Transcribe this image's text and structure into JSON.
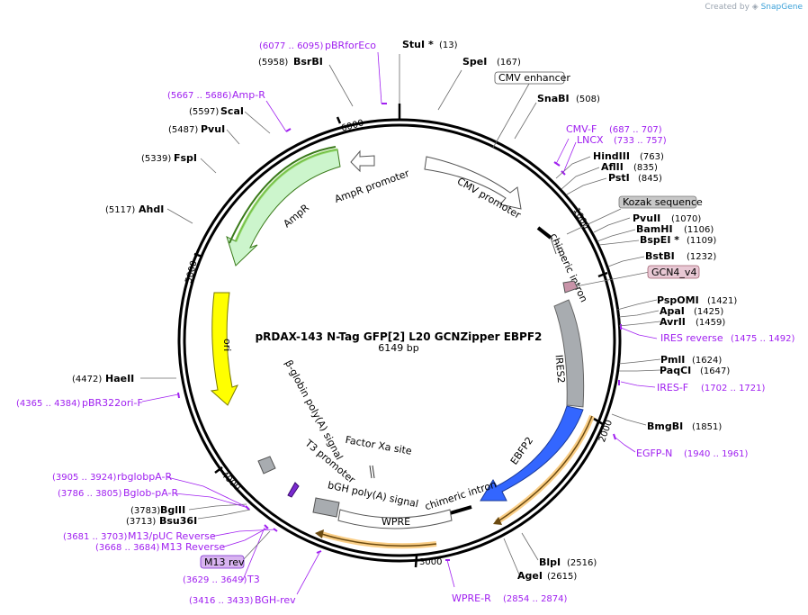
{
  "credit": {
    "prefix": "Created by",
    "brand": "SnapGene"
  },
  "plasmid": {
    "name": "pRDAX-143   N-Tag GFP[2] L20 GCNZipper EBPF2",
    "length": "6149 bp"
  },
  "ticks": [
    "1000",
    "2000",
    "3000",
    "4000",
    "5000",
    "6000"
  ],
  "sites": [
    {
      "name": "StuI",
      "star": "*",
      "pos": "(13)"
    },
    {
      "name": "SpeI",
      "pos": "(167)"
    },
    {
      "name": "SnaBI",
      "pos": "(508)"
    },
    {
      "name": "HindIII",
      "pos": "(763)"
    },
    {
      "name": "AflII",
      "pos": "(835)"
    },
    {
      "name": "PstI",
      "pos": "(845)"
    },
    {
      "name": "PvuII",
      "pos": "(1070)"
    },
    {
      "name": "BamHI",
      "pos": "(1106)"
    },
    {
      "name": "BspEI",
      "star": "*",
      "pos": "(1109)"
    },
    {
      "name": "BstBI",
      "pos": "(1232)"
    },
    {
      "name": "PspOMI",
      "pos": "(1421)"
    },
    {
      "name": "ApaI",
      "pos": "(1425)"
    },
    {
      "name": "AvrII",
      "pos": "(1459)"
    },
    {
      "name": "PmlI",
      "pos": "(1624)"
    },
    {
      "name": "PaqCI",
      "pos": "(1647)"
    },
    {
      "name": "BmgBI",
      "pos": "(1851)"
    },
    {
      "name": "BlpI",
      "pos": "(2516)"
    },
    {
      "name": "AgeI",
      "pos": "(2615)"
    },
    {
      "name": "BglII",
      "pos": "(3783)"
    },
    {
      "name": "Bsu36I",
      "pos": "(3713)"
    },
    {
      "name": "HaeII",
      "pos": "(4472)"
    },
    {
      "name": "AhdI",
      "pos": "(5117)"
    },
    {
      "name": "FspI",
      "pos": "(5339)"
    },
    {
      "name": "PvuI",
      "pos": "(5487)"
    },
    {
      "name": "ScaI",
      "pos": "(5597)"
    },
    {
      "name": "BsrBI",
      "pos": "(5958)"
    }
  ],
  "primers": [
    {
      "name": "pBRforEco",
      "range": "(6077 .. 6095)"
    },
    {
      "name": "Amp-R",
      "range": "(5667 .. 5686)"
    },
    {
      "name": "CMV-F",
      "range": "(687 .. 707)"
    },
    {
      "name": "LNCX",
      "range": "(733 .. 757)"
    },
    {
      "name": "IRES reverse",
      "range": "(1475 .. 1492)"
    },
    {
      "name": "IRES-F",
      "range": "(1702 .. 1721)"
    },
    {
      "name": "EGFP-N",
      "range": "(1940 .. 1961)"
    },
    {
      "name": "WPRE-R",
      "range": "(2854 .. 2874)"
    },
    {
      "name": "BGH-rev",
      "range": "(3416 .. 3433)"
    },
    {
      "name": "T3",
      "range": "(3629 .. 3649)"
    },
    {
      "name": "M13 Reverse",
      "range": "(3668 .. 3684)"
    },
    {
      "name": "M13/pUC Reverse",
      "range": "(3681 .. 3703)"
    },
    {
      "name": "Bglob-pA-R",
      "range": "(3786 .. 3805)"
    },
    {
      "name": "rbglobpA-R",
      "range": "(3905 .. 3924)"
    },
    {
      "name": "pBR322ori-F",
      "range": "(4365 .. 4384)"
    }
  ],
  "boxed_features": [
    {
      "name": "CMV enhancer",
      "style": "outline"
    },
    {
      "name": "Kozak sequence",
      "style": "grey"
    },
    {
      "name": "GCN4_v4",
      "style": "pink"
    },
    {
      "name": "M13 rev",
      "style": "purple"
    }
  ],
  "features": [
    {
      "name": "CMV promoter"
    },
    {
      "name": "chimeric intron"
    },
    {
      "name": "IRES2"
    },
    {
      "name": "EBFP2"
    },
    {
      "name": "chimeric intron"
    },
    {
      "name": "WPRE"
    },
    {
      "name": "bGH poly(A) signal"
    },
    {
      "name": "Factor Xa site"
    },
    {
      "name": "T3 promoter"
    },
    {
      "name": "β-globin poly(A) signal"
    },
    {
      "name": "ori"
    },
    {
      "name": "AmpR"
    },
    {
      "name": "AmpR promoter"
    }
  ],
  "colors": {
    "cmv": "#ffffff",
    "ires": "#a8acb0",
    "ebfp2": "#3366ff",
    "ori": "#ffff00",
    "ampr": "#ccf5cc",
    "ampr_edge": "#3a7a1a",
    "orange": "#f5a623",
    "primer": "#a020f0",
    "gcn4": "#c893a8",
    "backbone": "#000000"
  }
}
